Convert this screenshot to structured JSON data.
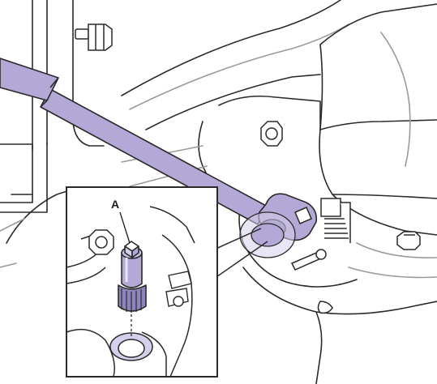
{
  "callout": {
    "label": "A"
  },
  "colors": {
    "line": "#2a2a2a",
    "light_line": "#9a9a9a",
    "tool_fill": "#b3a8d6",
    "tool_shadow": "#8f84bd",
    "background": "#ffffff"
  },
  "icons": [
    "wrench-bar",
    "socket-tool",
    "bolt",
    "detail-inset"
  ]
}
